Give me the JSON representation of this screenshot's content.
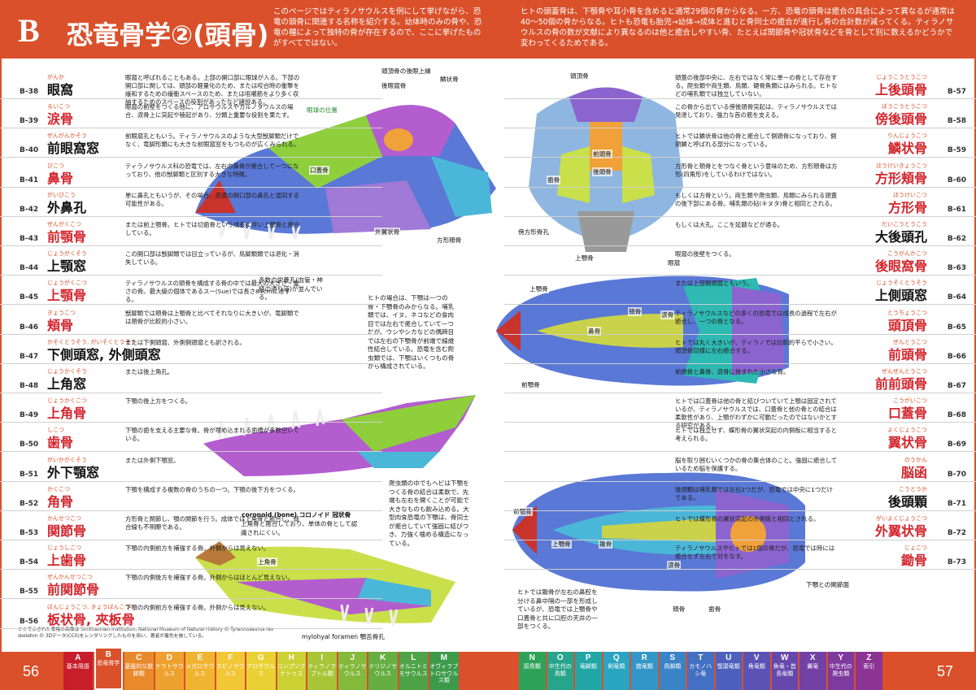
{
  "header": {
    "section_letter": "B",
    "title": "恐竜骨学②(頭骨)",
    "intro_left": "このページではティラノサウルスを例にして挙げながら、恐竜の頭骨に関連する名称を紹介する。幼体時のみの骨や、恐竜の種によって独特の骨が存在するので、ここに挙げたものがすべてではない。",
    "intro_right": "ヒトの頭蓋骨は、下顎骨や耳小骨を含めると通常29個の骨からなる。一方、恐竜の頭骨は癒合の具合によって異なるが通常は40～50個の骨からなる。ヒトも恐竜も胎児→幼体→成体と進むと骨同士の癒合が進行し骨の合計数が減ってくる。ティラノサウルスの骨の数が文献により異なるのは他と癒合しやすい骨、たとえば関節骨や冠状骨などを骨として別に数えるかどうかで変わってくるためである。"
  },
  "left_entries": [
    {
      "num": "B-38",
      "reading": "がんか",
      "term": "眼窩",
      "color": "black",
      "desc": "眼窩と呼ばれることもある。上部の開口部に眼球が入る。下部の開口部に関しては、頭部の軽量化のため、または咬合時の衝撃を緩和するための緩衝スペースのため、または咀嚼筋をより多く収納するためのスペースの役割があったなど諸説ある。"
    },
    {
      "num": "B-39",
      "reading": "るいこつ",
      "term": "涙骨",
      "color": "red",
      "desc": "眼窩の前壁をつくる他に、アロサウルスやカルノタウルスの場合、涙骨上に突起や稜起があり、分類上重要な役割を果たす。"
    },
    {
      "num": "B-40",
      "reading": "ぜんがんかそう",
      "term": "前眼窩窓",
      "color": "black",
      "desc": "前眼窩孔ともいう。ティラノサウルスのような大型獣脚類だけでなく、竜脚形類にも大きな前眼窩窓をもつものが広くみられる。"
    },
    {
      "num": "B-41",
      "reading": "びこつ",
      "term": "鼻骨",
      "color": "red",
      "desc": "ティラノサウルス科の恐竜では、左右の鼻骨が癒合して一つになっており、他の獣脚類と区別する大きな特徴。"
    },
    {
      "num": "B-42",
      "reading": "がいびこう",
      "term": "外鼻孔",
      "color": "black",
      "desc": "単に鼻孔ともいうが、その場合、皮膚の開口部の鼻孔と混同する可能性がある。"
    },
    {
      "num": "B-43",
      "reading": "ぜんがくこつ",
      "term": "前顎骨",
      "color": "red",
      "desc": "または前上顎骨。ヒトでは切歯骨という成長に伴い上顎骨と癒合している。"
    },
    {
      "num": "B-44",
      "reading": "じょうがくそう",
      "term": "上顎窓",
      "color": "black",
      "desc": "この開口部は獣脚類では目立っているが、鳥脚類類では退化・消失している。"
    },
    {
      "num": "B-45",
      "reading": "じょうがくこつ",
      "term": "上顎骨",
      "color": "red",
      "desc": "ティラノサウルスの頭骨を構成する骨の中では最大の大きさ・重さの骨。最大級の個体であるスー(Sue)では長さ84cmに達する。"
    },
    {
      "num": "B-46",
      "reading": "きょうこつ",
      "term": "頬骨",
      "color": "red",
      "desc": "獣脚類では頬骨は上顎骨と比べてそれなりに大きいが、竜脚類では頬骨が比較的小さい。"
    },
    {
      "num": "B-47",
      "reading": "かそくとうそう, がいそくとうそう",
      "term": "下側頭窓, 外側頭窓",
      "color": "black",
      "desc": "または下側頭窩、外側側頭窩とも訳される。"
    },
    {
      "num": "B-48",
      "reading": "じょうかくそう",
      "term": "上角窓",
      "color": "black",
      "desc": "または後上角孔。"
    },
    {
      "num": "B-49",
      "reading": "じょうかくこつ",
      "term": "上角骨",
      "color": "red",
      "desc": "下顎の後上方をつくる。"
    },
    {
      "num": "B-50",
      "reading": "しこつ",
      "term": "歯骨",
      "color": "red",
      "desc": "下顎の歯を支える主要な骨。骨が埋め込まれる歯槽が多数空いている。"
    },
    {
      "num": "B-51",
      "reading": "がいかがくそう",
      "term": "外下顎窓",
      "color": "black",
      "desc": "または外側下顎窓。"
    },
    {
      "num": "B-52",
      "reading": "かくこつ",
      "term": "角骨",
      "color": "red",
      "desc": "下顎を構成する複数の骨のうちの一つ。下顎の後下方をつくる。"
    },
    {
      "num": "B-53",
      "reading": "かんせつこつ",
      "term": "関節骨",
      "color": "red",
      "desc": "方形骨と関節し、顎の関節を行う。成体では上角骨と癒合し、縫合線も不明瞭である。"
    },
    {
      "num": "B-54",
      "reading": "じょうしこつ",
      "term": "上歯骨",
      "color": "red",
      "desc": "下顎の内側前方を補強する骨。外側からは見えない。"
    },
    {
      "num": "B-55",
      "reading": "ぜんかんせつこつ",
      "term": "前関節骨",
      "color": "red",
      "desc": "下顎の内側後方を補強する骨。外側からはほとんど見えない。"
    },
    {
      "num": "B-56",
      "reading": "ばんじょうこつ, きょうばんこつ",
      "term": "板状骨, 夾板骨",
      "color": "red",
      "desc": "下顎の内側前方を補強する骨。外側からは見えない。"
    }
  ],
  "right_entries": [
    {
      "num": "B-57",
      "reading": "じょうこうとうこつ",
      "term": "上後頭骨",
      "color": "red",
      "desc": "頭蓋の後部中央に、左右ではなく常に単一の骨として存在する。爬虫類や両生類、鳥類、硬骨魚類にはみられる。ヒトなどの哺乳類では独立していない。"
    },
    {
      "num": "B-58",
      "reading": "ぼうこうとうこつ",
      "term": "傍後頭骨",
      "color": "red",
      "desc": "この骨から出ている傍後頭骨突起は、ティラノサウルスでは発達しており、強力な首の筋を支える。"
    },
    {
      "num": "B-59",
      "reading": "りんじょうこつ",
      "term": "鱗状骨",
      "color": "red",
      "desc": "ヒトでは鱗状骨は他の骨と癒合して側頭骨になっており、側頭鱗と呼ばれる部分になっている。"
    },
    {
      "num": "B-60",
      "reading": "ほうけいきょうこつ",
      "term": "方形頬骨",
      "color": "red",
      "desc": "方形骨と頬骨とをつなぐ骨という意味のため、方形頬骨は方形(四角形)をしているわけではない。"
    },
    {
      "num": "B-61",
      "reading": "ほうけいこつ",
      "term": "方形骨",
      "color": "red",
      "desc": "もしくは方骨という。両生類や爬虫類、鳥類にみられる頭蓋の後下部にある骨。哺乳類の砧(キヌタ)骨と相同とされる。"
    },
    {
      "num": "B-62",
      "reading": "だいこうとうこう",
      "term": "大後頭孔",
      "color": "black",
      "desc": "もしくは大孔。ここを延髄などが通る。"
    },
    {
      "num": "B-63",
      "reading": "こうがんかこつ",
      "term": "後眼窩骨",
      "color": "red",
      "desc": "眼窩の後壁をつくる。"
    },
    {
      "num": "B-64",
      "reading": "じょうそくとうそう",
      "term": "上側頭窓",
      "color": "black",
      "desc": "または上部側頭窩ともいう。"
    },
    {
      "num": "B-65",
      "reading": "とうちょうこつ",
      "term": "頭頂骨",
      "color": "red",
      "desc": "ティラノサウルスなどの多くの恐竜では成長の過程で左右が癒合し、一つの骨となる。"
    },
    {
      "num": "B-66",
      "reading": "ぜんとうこつ",
      "term": "前頭骨",
      "color": "red",
      "desc": "ヒトでは丸く大きいが、ティラノでは比較的平らで小さい。頭頂骨同様に左右癒合する。"
    },
    {
      "num": "B-67",
      "reading": "ぜんぜんとうこつ",
      "term": "前前頭骨",
      "color": "red",
      "desc": "前頭骨と鼻骨、涙骨に挟まれた小さな骨。"
    },
    {
      "num": "B-68",
      "reading": "こうがいこつ",
      "term": "口蓋骨",
      "color": "red",
      "desc": "ヒトでは口蓋骨は他の骨と結びついていて上顎は固定されているが、ティラノサウルスでは、口蓋骨と他の骨との結合は柔軟性があり、上顎がわずかに可動だったのではないかとする研究がある。"
    },
    {
      "num": "B-69",
      "reading": "よくじょうこつ",
      "term": "翼状骨",
      "color": "red",
      "desc": "ヒトでは独立せず、蝶形骨の翼状突起の内側板に相当すると考えられる。"
    },
    {
      "num": "B-70",
      "reading": "のうかん",
      "term": "脳函",
      "color": "red",
      "desc": "脳を取り囲むいくつかの骨の集合体のこと。強固に癒合しているため脳を保護する。"
    },
    {
      "num": "B-71",
      "reading": "こうとうか",
      "term": "後頭顆",
      "color": "black",
      "desc": "後頭顆は哺乳類では左右2つだが、恐竜では中央に1つだけである。"
    },
    {
      "num": "B-72",
      "reading": "がいよくじょうこつ",
      "term": "外翼状骨",
      "color": "red",
      "desc": "ヒトでは蝶形骨の翼状突起の外側板と相同とされる。"
    },
    {
      "num": "B-73",
      "reading": "じょこつ",
      "term": "鋤骨",
      "color": "red",
      "desc": "ティラノサウルスやヒトでは1個の骨だが、恐竜では時には癒合せず左右で対をなす。"
    }
  ],
  "figure_labels": {
    "skull_lateral": [
      "頭頂骨の後眼上縁",
      "鱗状骨",
      "後眼窩骨",
      "眼球の位置",
      "口蓋骨",
      "外翼状骨",
      "方形頬骨",
      "多数の栄養孔(血管・神経の通り道)が並んでいる。"
    ],
    "skull_posterior": [
      "頭頂骨",
      "前頭骨",
      "上顎骨",
      "傍方形骨孔",
      "後頭骨",
      "歯骨"
    ],
    "skull_dorsal": [
      "眼窩",
      "上顎骨",
      "鼻骨",
      "涙骨",
      "頬骨",
      "前顎骨"
    ],
    "skull_ventral": [
      "前顎骨",
      "上顎骨",
      "鋤骨",
      "涙骨",
      "頬骨",
      "歯骨",
      "下顎との関節面"
    ],
    "mandible_medial": [
      "上角骨",
      "coronoid (bone) コロノイド 冠状骨",
      "mylohyal foramen 顎舌骨孔"
    ]
  },
  "callouts": {
    "human_jaw": "ヒトの場合は、下顎は一つの骨・下顎骨のみからなる。哺乳類では、イヌ、ネコなどの食肉目では左右で癒合していて一つだが、ウシやシカなどの偶蹄目では左右の下顎骨が前端で線維性結合している。恐竜を含む爬虫類では、下顎はいくつもの骨から構成されている。",
    "snake_jaw": "爬虫類の中でもヘビは下顎をつくる骨の結合は柔軟で、先端も左右を開くことが可能で大きなものも飲み込める。大型肉食恐竜の下顎は、骨同士が癒合していて強固に結びつき、力強く噛める構造になっている。",
    "coronoid": "上角骨と癒合しており、単体の骨として認識されにくい。",
    "vomer_note": "ヒトでは鋤骨が左右の鼻腔を分ける鼻中隔の一部を形成しているが、恐竜では上顎骨や口蓋骨と共に口腔の天井の一部をつくる。",
    "credit": "ここで示された骨格の画像は Smithsonian Institution, National Museum of Natural History の Tyrannosaurus rex skeleton の 3Dデータ(CC0)をレンダリングしたものを用い、著者が着色を施している。"
  },
  "footer": {
    "page_left": "56",
    "page_right": "57",
    "tabs_left": [
      {
        "letter": "A",
        "name": "基本用語",
        "color": "#c81e2c"
      },
      {
        "letter": "B",
        "name": "恐竜骨学",
        "color": "#d9502b",
        "active": true
      },
      {
        "letter": "C",
        "name": "基盤的な獣脚類",
        "color": "#e88a2b"
      },
      {
        "letter": "D",
        "name": "ケラトサウルス",
        "color": "#eea12e"
      },
      {
        "letter": "E",
        "name": "メガロサウルス",
        "color": "#f1b431"
      },
      {
        "letter": "F",
        "name": "スピノサウルス",
        "color": "#f3c635"
      },
      {
        "letter": "G",
        "name": "アロサウルス",
        "color": "#e9d134"
      },
      {
        "letter": "H",
        "name": "コンプソグナトゥス",
        "color": "#cbd033"
      },
      {
        "letter": "I",
        "name": "ティラノラプトル類",
        "color": "#a8c538"
      },
      {
        "letter": "J",
        "name": "ティラノサウルス",
        "color": "#84b93c"
      },
      {
        "letter": "K",
        "name": "テリジノサウルス",
        "color": "#66ae41"
      },
      {
        "letter": "L",
        "name": "オルニトミモサウルス",
        "color": "#4ea346"
      },
      {
        "letter": "M",
        "name": "オヴィラプトロサウルス類",
        "color": "#3d9a4b"
      }
    ],
    "tabs_right": [
      {
        "letter": "N",
        "name": "原鳥類",
        "color": "#2fa25a"
      },
      {
        "letter": "O",
        "name": "中生代の鳥類",
        "color": "#27a58a"
      },
      {
        "letter": "P",
        "name": "竜脚類",
        "color": "#23a6a6"
      },
      {
        "letter": "Q",
        "name": "剣竜類",
        "color": "#2aa5c1"
      },
      {
        "letter": "R",
        "name": "鎧竜類",
        "color": "#3297c8"
      },
      {
        "letter": "S",
        "name": "鳥脚類",
        "color": "#3b83c7"
      },
      {
        "letter": "T",
        "name": "カモノハシ竜",
        "color": "#4370c3"
      },
      {
        "letter": "U",
        "name": "堅頭竜類",
        "color": "#4d60bd"
      },
      {
        "letter": "V",
        "name": "角竜類",
        "color": "#5a52b5"
      },
      {
        "letter": "W",
        "name": "魚竜・首長竜類",
        "color": "#6648ad"
      },
      {
        "letter": "X",
        "name": "翼竜",
        "color": "#7241a5"
      },
      {
        "letter": "Y",
        "name": "中生代の爬虫類",
        "color": "#7f3a9d"
      },
      {
        "letter": "Z",
        "name": "索引",
        "color": "#8b3494"
      }
    ]
  }
}
